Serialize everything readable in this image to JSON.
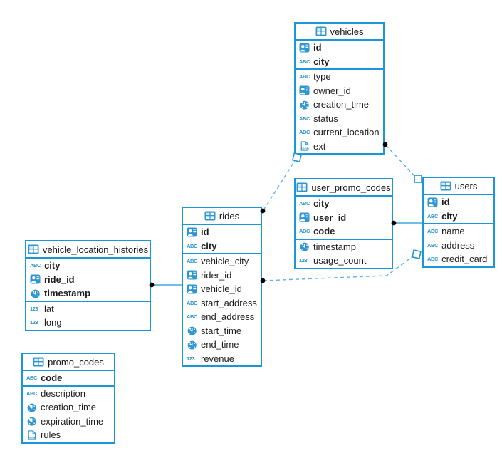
{
  "colors": {
    "accent": "#1b96d8",
    "icon_blue": "#2e96d0",
    "relation_dashed_line": "#5fb0e5",
    "relation_solid_line": "#1b96d8",
    "endpoint_dot": "#000000",
    "endpoint_square_fill": "#ffffff",
    "text": "#1d1d1f"
  },
  "icons": {
    "text_label": "ABC",
    "number_label": "123",
    "json_label": "JSON",
    "table_icon": "table-grid-icon",
    "id_icon": "id-badge-icon",
    "clock_icon": "clock-icon"
  },
  "tables": {
    "vehicles": {
      "title": "vehicles",
      "key_columns": [
        {
          "name": "id",
          "icon": "id-badge-icon"
        },
        {
          "name": "city",
          "icon": "abc-type-icon"
        }
      ],
      "columns": [
        {
          "name": "type",
          "icon": "abc-type-icon"
        },
        {
          "name": "owner_id",
          "icon": "id-badge-icon"
        },
        {
          "name": "creation_time",
          "icon": "clock-icon"
        },
        {
          "name": "status",
          "icon": "abc-type-icon"
        },
        {
          "name": "current_location",
          "icon": "abc-type-icon"
        },
        {
          "name": "ext",
          "icon": "json-type-icon"
        }
      ]
    },
    "user_promo_codes": {
      "title": "user_promo_codes",
      "key_columns": [
        {
          "name": "city",
          "icon": "abc-type-icon"
        },
        {
          "name": "user_id",
          "icon": "id-badge-icon"
        },
        {
          "name": "code",
          "icon": "abc-type-icon"
        }
      ],
      "columns": [
        {
          "name": "timestamp",
          "icon": "clock-icon"
        },
        {
          "name": "usage_count",
          "icon": "number-type-icon"
        }
      ]
    },
    "users": {
      "title": "users",
      "key_columns": [
        {
          "name": "id",
          "icon": "id-badge-icon"
        },
        {
          "name": "city",
          "icon": "abc-type-icon"
        }
      ],
      "columns": [
        {
          "name": "name",
          "icon": "abc-type-icon"
        },
        {
          "name": "address",
          "icon": "abc-type-icon"
        },
        {
          "name": "credit_card",
          "icon": "abc-type-icon"
        }
      ]
    },
    "rides": {
      "title": "rides",
      "key_columns": [
        {
          "name": "id",
          "icon": "id-badge-icon"
        },
        {
          "name": "city",
          "icon": "abc-type-icon"
        }
      ],
      "columns": [
        {
          "name": "vehicle_city",
          "icon": "abc-type-icon"
        },
        {
          "name": "rider_id",
          "icon": "id-badge-icon"
        },
        {
          "name": "vehicle_id",
          "icon": "id-badge-icon"
        },
        {
          "name": "start_address",
          "icon": "abc-type-icon"
        },
        {
          "name": "end_address",
          "icon": "abc-type-icon"
        },
        {
          "name": "start_time",
          "icon": "clock-icon"
        },
        {
          "name": "end_time",
          "icon": "clock-icon"
        },
        {
          "name": "revenue",
          "icon": "number-type-icon"
        }
      ]
    },
    "vehicle_location_histories": {
      "title": "vehicle_location_histories",
      "key_columns": [
        {
          "name": "city",
          "icon": "abc-type-icon"
        },
        {
          "name": "ride_id",
          "icon": "id-badge-icon"
        },
        {
          "name": "timestamp",
          "icon": "clock-icon"
        }
      ],
      "columns": [
        {
          "name": "lat",
          "icon": "number-type-icon"
        },
        {
          "name": "long",
          "icon": "number-type-icon"
        }
      ]
    },
    "promo_codes": {
      "title": "promo_codes",
      "key_columns": [
        {
          "name": "code",
          "icon": "abc-type-icon"
        }
      ],
      "columns": [
        {
          "name": "description",
          "icon": "abc-type-icon"
        },
        {
          "name": "creation_time",
          "icon": "clock-icon"
        },
        {
          "name": "expiration_time",
          "icon": "clock-icon"
        },
        {
          "name": "rules",
          "icon": "json-type-icon"
        }
      ]
    }
  },
  "relations": [
    {
      "from": "vehicle_location_histories",
      "to": "rides",
      "line_style": "solid",
      "from_marker": "dot",
      "to_marker": "none"
    },
    {
      "from": "user_promo_codes",
      "to": "users",
      "line_style": "solid",
      "from_marker": "dot",
      "to_marker": "none"
    },
    {
      "from": "rides",
      "to": "vehicles",
      "line_style": "dashed",
      "from_marker": "dot",
      "to_marker": "square"
    },
    {
      "from": "vehicles",
      "to": "users",
      "line_style": "dashed",
      "from_marker": "dot",
      "to_marker": "square"
    },
    {
      "from": "rides",
      "to": "users",
      "line_style": "dashed",
      "from_marker": "dot",
      "to_marker": "square"
    }
  ]
}
